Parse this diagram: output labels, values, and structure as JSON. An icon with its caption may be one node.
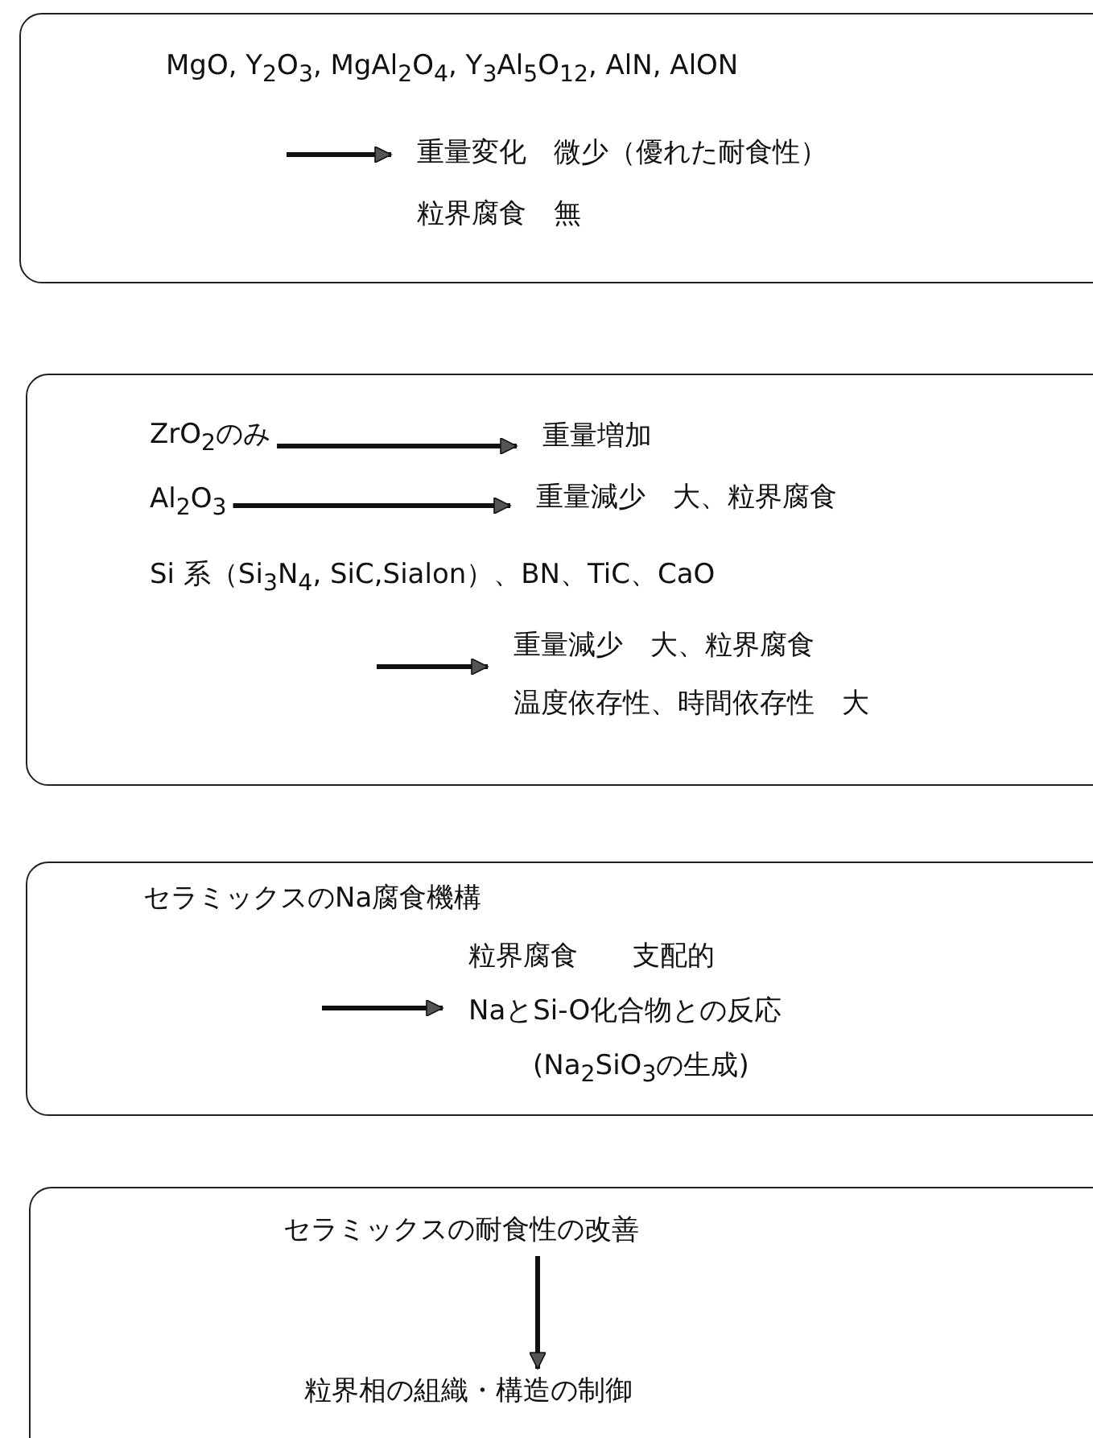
{
  "diagram": {
    "nodes": [
      {
        "text": [],
        "shape": "box"
      },
      {
        "text": [
          "MgO, Y$_{2}$O$_{3}$, MgAl$_{2}$O$_{4}$, Y$_{3}$Al$_{5}$O$_{12}$, AlN, AlON"
        ],
        "in": 0
      },
      {
        "text": [
          "重量変化　微少（優れた耐食性）",
          "粒界腐食　無"
        ],
        "in": 0
      },
      {
        "text": [],
        "shape": "box"
      },
      {
        "text": [
          "ZrO$_{2}$のみ"
        ],
        "in": 3
      },
      {
        "text": [
          "重量増加"
        ],
        "in": 3
      },
      {
        "text": [
          "Al$_{2}$O$_{3}$"
        ],
        "in": 3
      },
      {
        "text": [
          "重量減少　大、粒界腐食"
        ],
        "in": 3
      },
      {
        "text": [
          "Si 系（Si$_{3}$N$_{4}$, SiC,Sialon）、BN、TiC、CaO"
        ],
        "in": 3
      },
      {
        "text": [
          "重量減少　大、粒界腐食",
          "温度依存性、時間依存性　大"
        ],
        "in": 3
      },
      {
        "text": [],
        "shape": "box"
      },
      {
        "text": [
          "セラミックスのNa腐食機構"
        ],
        "in": 10
      },
      {
        "text": [
          "粒界腐食　　支配的",
          "NaとSi-O化合物との反応",
          "(Na$_{2}$SiO$_{3}$の生成)"
        ],
        "in": 10
      },
      {
        "text": [],
        "shape": "box"
      },
      {
        "text": [
          "セラミックスの耐食性の改善"
        ],
        "in": 13
      },
      {
        "text": [
          "粒界相の組織・構造の制御"
        ],
        "in": 13
      }
    ],
    "edges": [
      {
        "from": null,
        "to": 2,
        "arrow": "to"
      },
      {
        "from": 4,
        "to": 5,
        "arrow": "to"
      },
      {
        "from": 6,
        "to": 7,
        "arrow": "to"
      },
      {
        "from": null,
        "to": 9,
        "arrow": "to"
      },
      {
        "from": null,
        "to": 12,
        "arrow": "to"
      },
      {
        "from": 14,
        "to": 15,
        "arrow": "to"
      }
    ]
  }
}
